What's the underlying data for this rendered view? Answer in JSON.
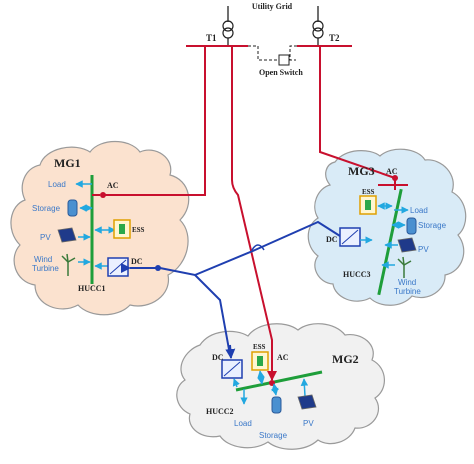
{
  "grid": {
    "title": "Utility Grid",
    "t1": "T1",
    "t2": "T2",
    "open_switch": "Open Switch"
  },
  "mg1": {
    "name": "MG1",
    "load": "Load",
    "ac": "AC",
    "storage": "Storage",
    "ess": "ESS",
    "pv": "PV",
    "dc": "DC",
    "wind1": "Wind",
    "wind2": "Turbine",
    "hucc": "HUCC1"
  },
  "mg2": {
    "name": "MG2",
    "dc": "DC",
    "ess": "ESS",
    "ac": "AC",
    "hucc": "HUCC2",
    "load": "Load",
    "storage": "Storage",
    "pv": "PV"
  },
  "mg3": {
    "name": "MG3",
    "ac": "AC",
    "ess": "ESS",
    "load": "Load",
    "dc": "DC",
    "storage": "Storage",
    "pv": "PV",
    "hucc": "HUCC3",
    "wind1": "Wind",
    "wind2": "Turbine"
  },
  "colors": {
    "ac_line": "#c8102e",
    "dc_line": "#1f3fb0",
    "bus": "#1e9e3a",
    "label_blue": "#3a78c8",
    "mg1_fill": "#fbe2cf",
    "mg2_fill": "#f1f1f1",
    "mg3_fill": "#d9ebf7"
  }
}
